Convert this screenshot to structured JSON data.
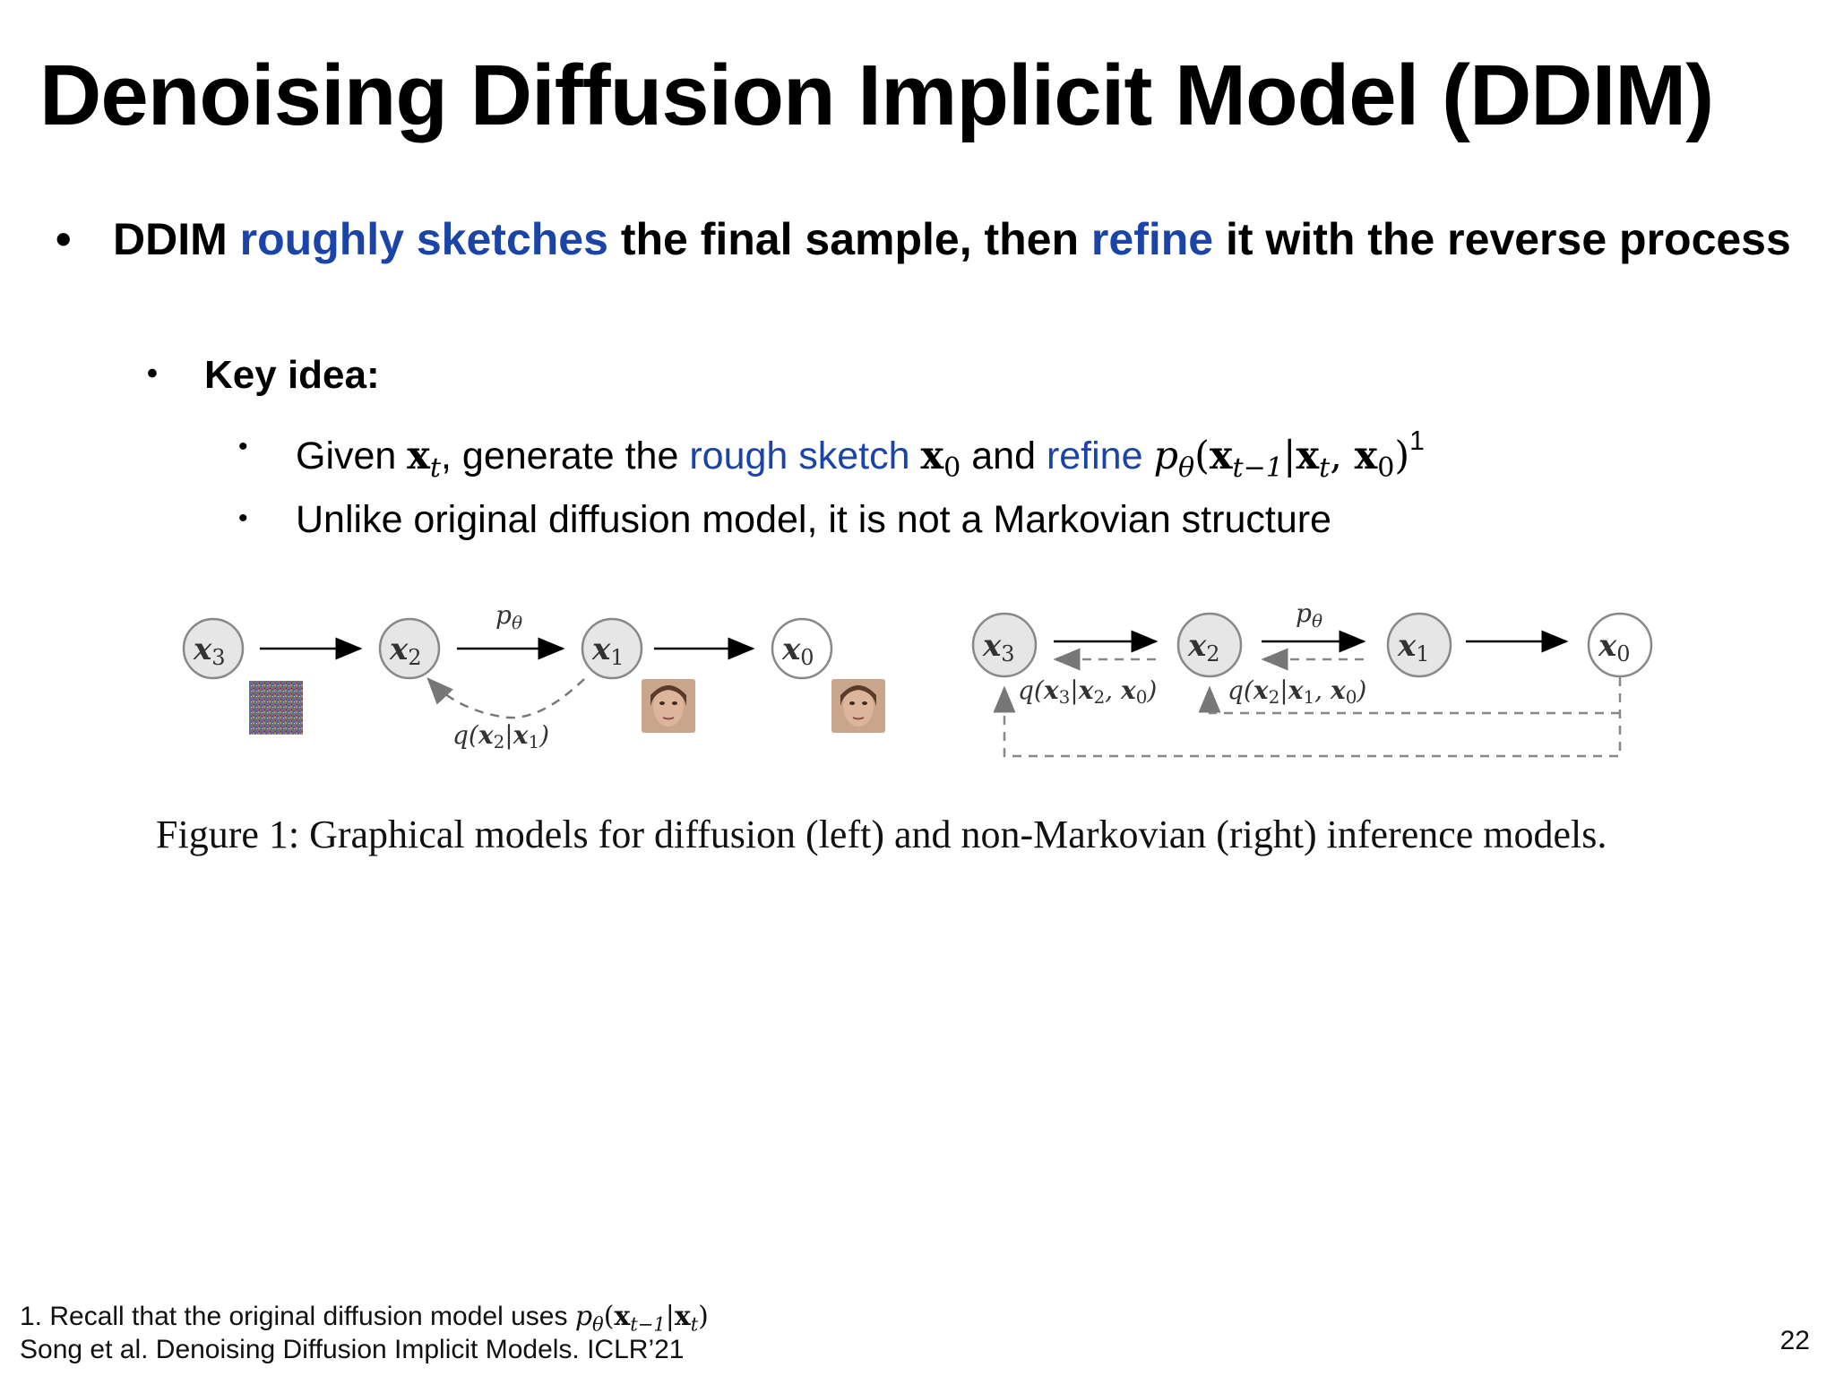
{
  "title": "Denoising Diffusion Implicit Model (DDIM)",
  "main_bullet": {
    "part1": "DDIM ",
    "highlight1": "roughly sketches",
    "part2": " the final sample, then ",
    "highlight2": "refine",
    "part3": " it with the reverse process"
  },
  "key_idea": {
    "label": "Key idea:",
    "item1": {
      "given": "Given ",
      "xt": "x",
      "t_sub": "t",
      "gen": ", generate the ",
      "rough_sketch": "rough sketch",
      "x0": "x",
      "zero_sub": "0",
      "and": " and ",
      "refine": "refine",
      "formula": "p",
      "formula_rest": "θ(x",
      "sup": "1"
    },
    "item2": "Unlike original diffusion model, it is not a Markovian structure"
  },
  "figure": {
    "left_nodes": [
      "x3",
      "x2",
      "x1",
      "x0"
    ],
    "left_arrow_label": "pθ",
    "left_q_label": "q(x2|x1)",
    "right_nodes": [
      "x3",
      "x2",
      "x1",
      "x0"
    ],
    "right_arrow_label": "pθ",
    "right_q_label1": "q(x3|x2, x0)",
    "right_q_label2": "q(x2|x1, x0)",
    "caption": "Figure 1: Graphical models for diffusion (left) and non-Markovian (right) inference models."
  },
  "footnotes": {
    "note1_text": "1. Recall that the original diffusion model uses ",
    "citation": "Song et al. Denoising Diffusion Implicit Models. ICLR’21"
  },
  "page_number": "22",
  "colors": {
    "accent_blue": "#1a44a8",
    "node_fill": "#e6e6e6"
  }
}
